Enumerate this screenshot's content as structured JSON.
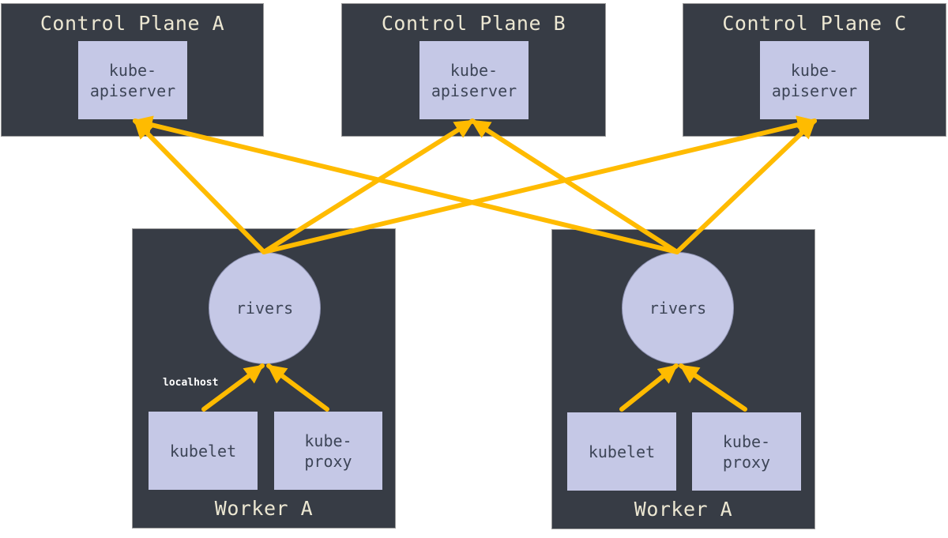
{
  "control_planes": [
    {
      "title": "Control Plane A",
      "component": "kube-\napiserver"
    },
    {
      "title": "Control Plane B",
      "component": "kube-\napiserver"
    },
    {
      "title": "Control Plane C",
      "component": "kube-\napiserver"
    }
  ],
  "workers": [
    {
      "title": "Worker A",
      "proxy": "rivers",
      "kubelet": "kubelet",
      "kube_proxy": "kube-\nproxy",
      "note": "localhost"
    },
    {
      "title": "Worker A",
      "proxy": "rivers",
      "kubelet": "kubelet",
      "kube_proxy": "kube-\nproxy"
    }
  ],
  "colors": {
    "panel": "#373c45",
    "component": "#c5c8e6",
    "arrow": "#ffbb00",
    "title_text": "#ece7d2"
  }
}
